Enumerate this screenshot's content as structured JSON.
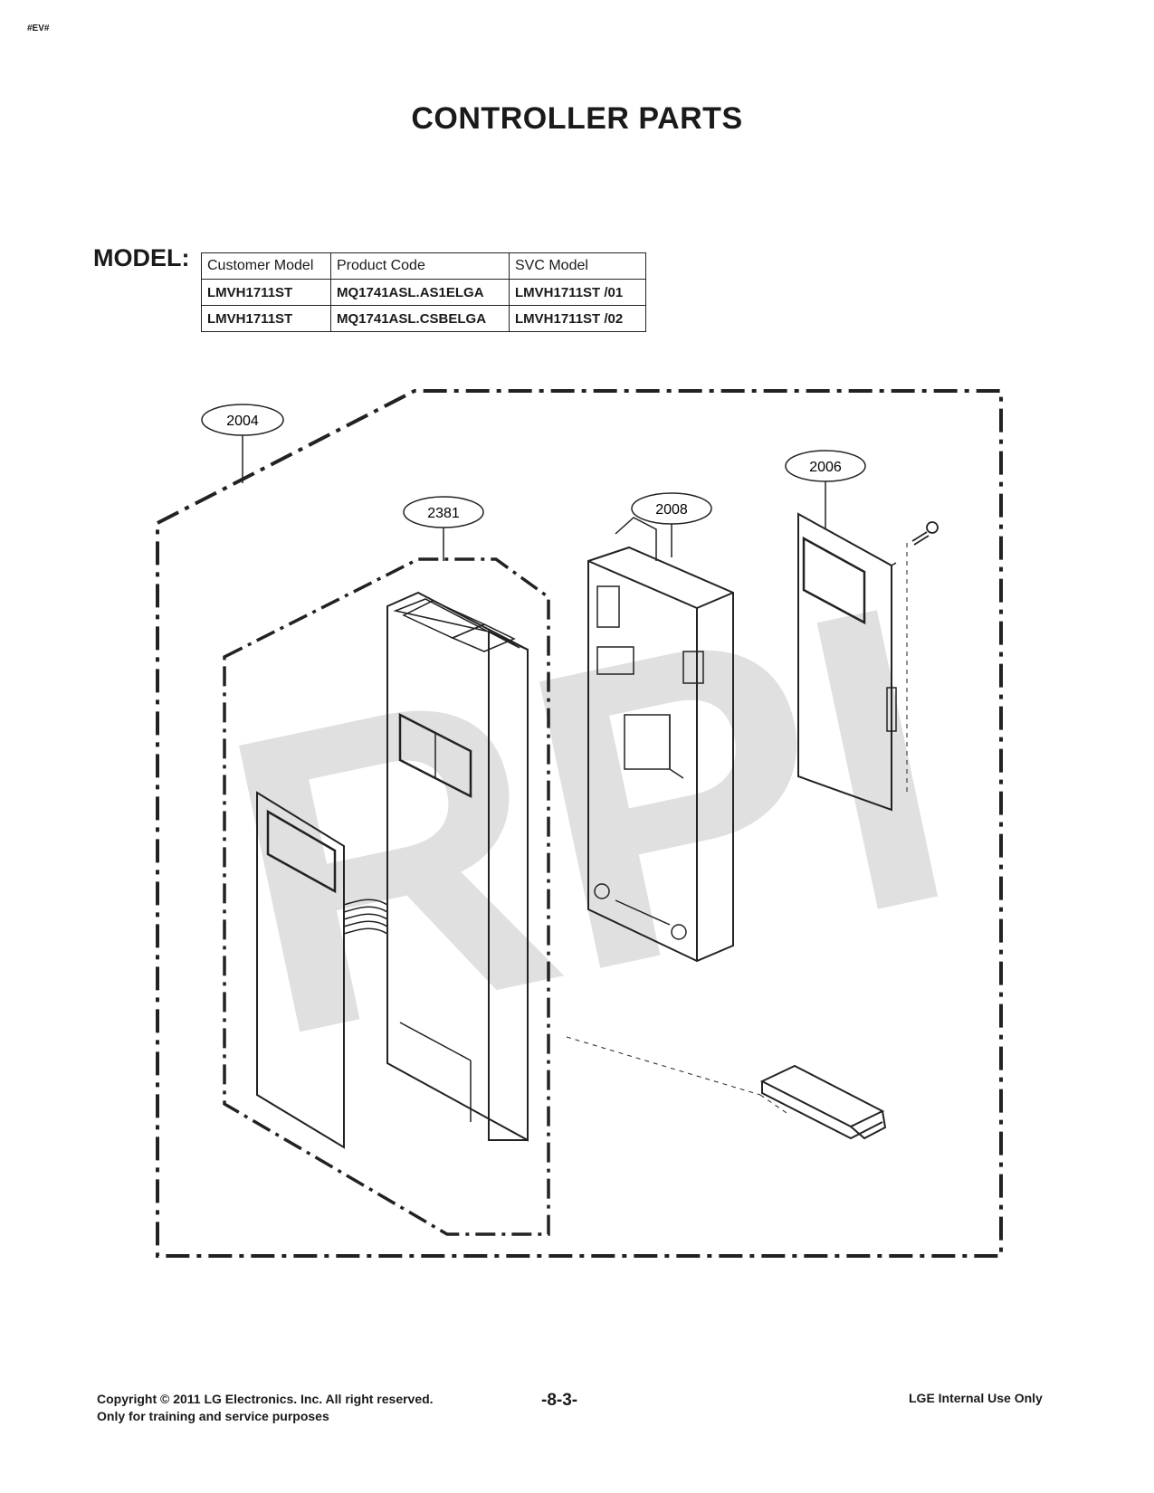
{
  "corner_tag": "#EV#",
  "title": "CONTROLLER PARTS",
  "model_label": "MODEL:",
  "model_table": {
    "headers": [
      "Customer Model",
      "Product Code",
      "SVC Model"
    ],
    "rows": [
      [
        "LMVH1711ST",
        "MQ1741ASL.AS1ELGA",
        "LMVH1711ST /01"
      ],
      [
        "LMVH1711ST",
        "MQ1741ASL.CSBELGA",
        "LMVH1711ST /02"
      ]
    ]
  },
  "callouts": {
    "c2004": "2004",
    "c2381": "2381",
    "c2008": "2008",
    "c2006": "2006"
  },
  "watermark": "RPI",
  "footer": {
    "copyright": "Copyright © 2011 LG Electronics. Inc. All right reserved.",
    "purpose": "Only for training and service purposes",
    "page_number": "-8-3-",
    "internal": "LGE Internal Use Only"
  }
}
